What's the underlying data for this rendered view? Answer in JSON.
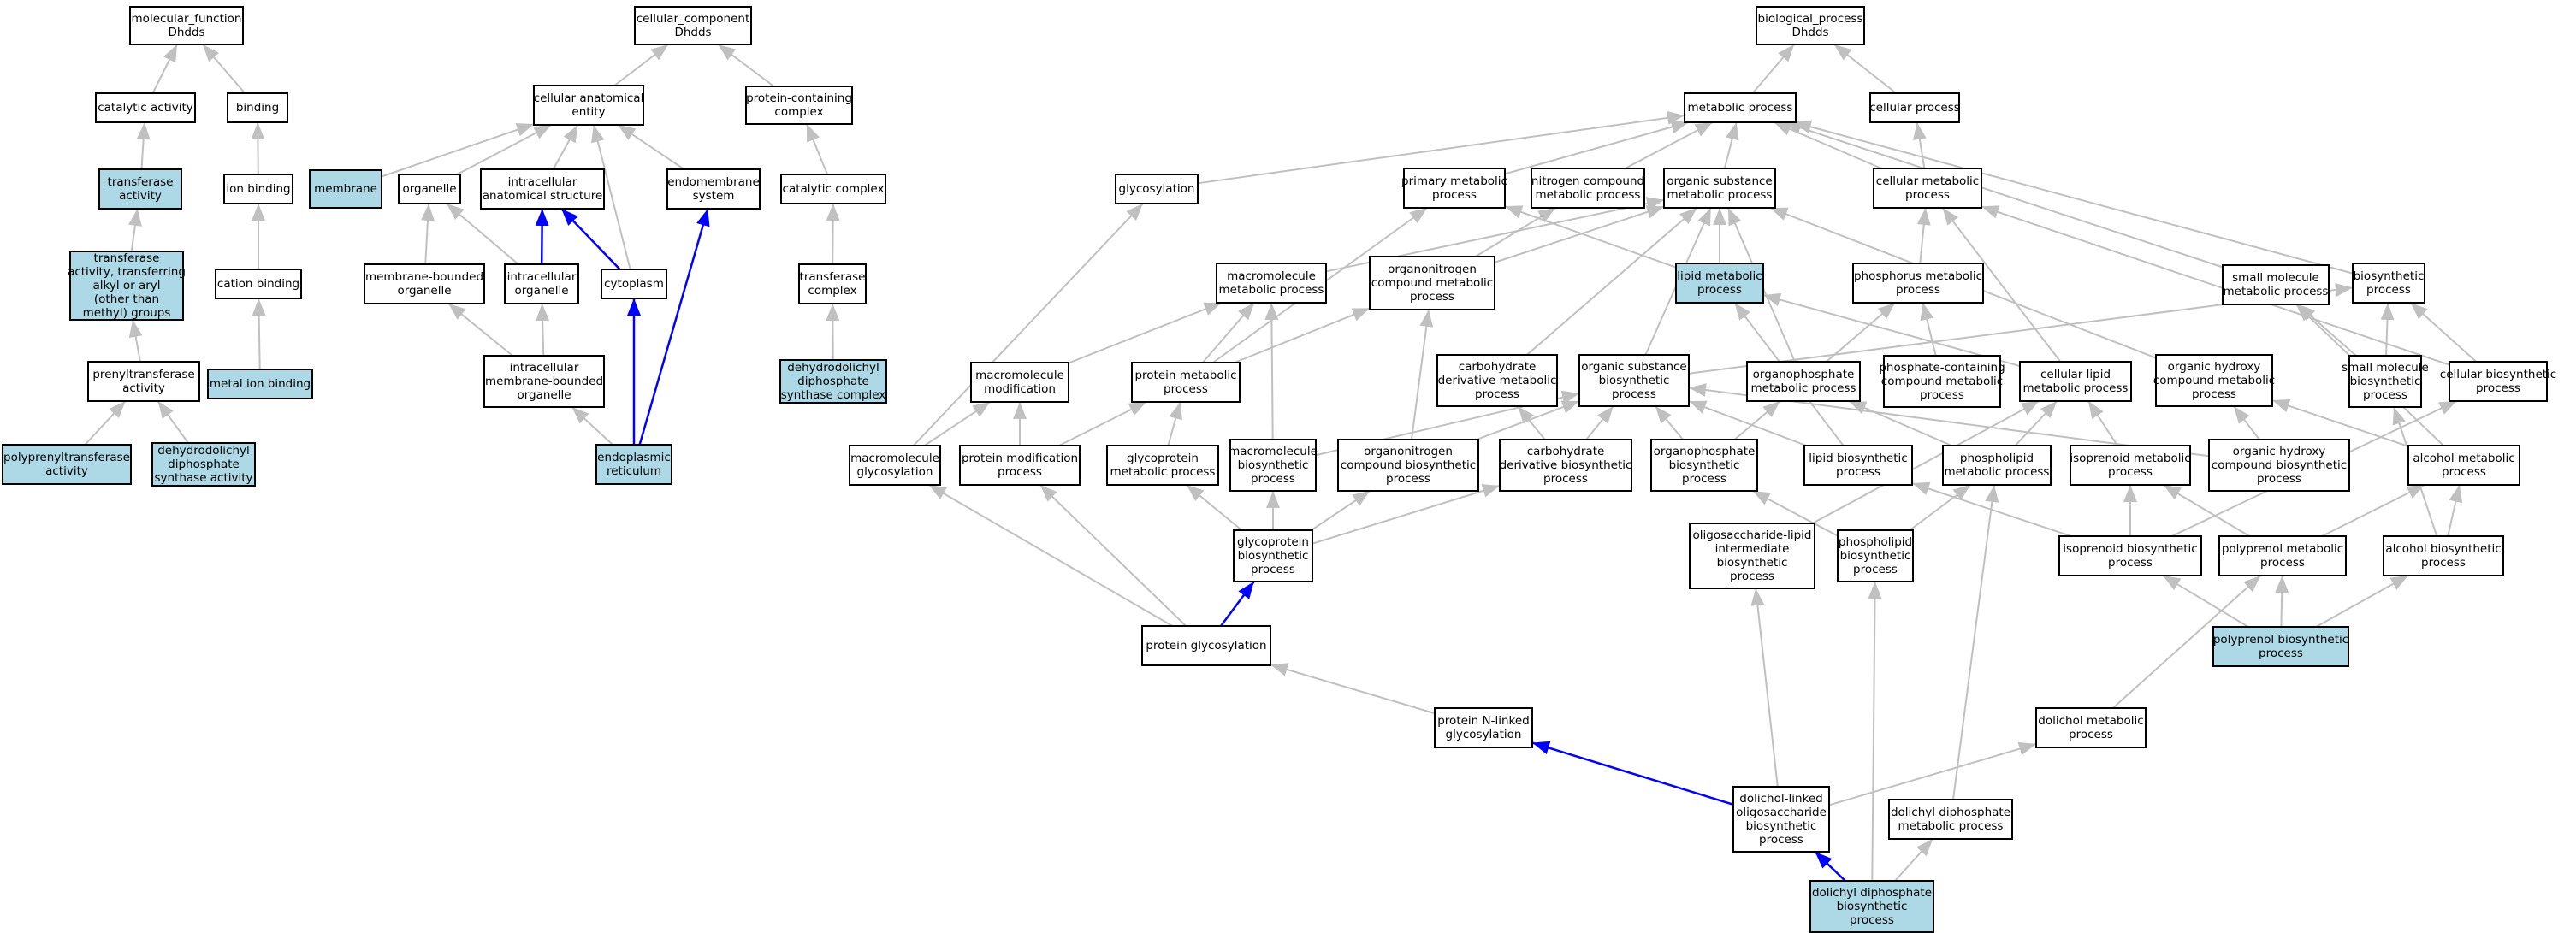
{
  "nodes": {
    "mf": [
      "molecular_function",
      "Dhdds"
    ],
    "ca": [
      "catalytic activity"
    ],
    "binding": [
      "binding"
    ],
    "ta": [
      "transferase",
      "activity"
    ],
    "ion": [
      "ion binding"
    ],
    "tat": [
      "transferase",
      "activity, transferring",
      "alkyl or aryl",
      "(other than",
      "methyl) groups"
    ],
    "cation": [
      "cation binding"
    ],
    "metal": [
      "metal ion binding"
    ],
    "prenyl": [
      "prenyltransferase",
      "activity"
    ],
    "polypt": [
      "polyprenyltransferase",
      "activity"
    ],
    "dddsa": [
      "dehydrodolichyl",
      "diphosphate",
      "synthase activity"
    ],
    "cc": [
      "cellular_component",
      "Dhdds"
    ],
    "cae": [
      "cellular anatomical",
      "entity"
    ],
    "pcc": [
      "protein-containing",
      "complex"
    ],
    "membrane": [
      "membrane"
    ],
    "organelle": [
      "organelle"
    ],
    "ias": [
      "intracellular",
      "anatomical structure"
    ],
    "endo": [
      "endomembrane",
      "system"
    ],
    "catcx": [
      "catalytic complex"
    ],
    "mbo": [
      "membrane-bounded",
      "organelle"
    ],
    "io": [
      "intracellular",
      "organelle"
    ],
    "cyto": [
      "cytoplasm"
    ],
    "tcx": [
      "transferase",
      "complex"
    ],
    "imbo": [
      "intracellular",
      "membrane-bounded",
      "organelle"
    ],
    "dddsc": [
      "dehydrodolichyl",
      "diphosphate",
      "synthase complex"
    ],
    "er": [
      "endoplasmic",
      "reticulum"
    ],
    "bp": [
      "biological_process",
      "Dhdds"
    ],
    "mp": [
      "metabolic process"
    ],
    "cp": [
      "cellular process"
    ],
    "glyc": [
      "glycosylation"
    ],
    "pmp": [
      "primary metabolic",
      "process"
    ],
    "ncmp": [
      "nitrogen compound",
      "metabolic process"
    ],
    "osmp": [
      "organic substance",
      "metabolic process"
    ],
    "cmp": [
      "cellular metabolic",
      "process"
    ],
    "mmp": [
      "macromolecule",
      "metabolic process"
    ],
    "oncmp": [
      "organonitrogen",
      "compound metabolic",
      "process"
    ],
    "lmp": [
      "lipid metabolic",
      "process"
    ],
    "phmp": [
      "phosphorus metabolic",
      "process"
    ],
    "smmp": [
      "small molecule",
      "metabolic process"
    ],
    "bsp": [
      "biosynthetic",
      "process"
    ],
    "mmod": [
      "macromolecule",
      "modification"
    ],
    "prmp": [
      "protein metabolic",
      "process"
    ],
    "cdmp": [
      "carbohydrate",
      "derivative metabolic",
      "process"
    ],
    "osbp": [
      "organic substance",
      "biosynthetic",
      "process"
    ],
    "opmp": [
      "organophosphate",
      "metabolic process"
    ],
    "pccmp": [
      "phosphate-containing",
      "compound metabolic",
      "process"
    ],
    "clmp": [
      "cellular lipid",
      "metabolic process"
    ],
    "ohcmp": [
      "organic hydroxy",
      "compound metabolic",
      "process"
    ],
    "smbp": [
      "small molecule",
      "biosynthetic",
      "process"
    ],
    "cbp": [
      "cellular biosynthetic",
      "process"
    ],
    "mglyc": [
      "macromolecule",
      "glycosylation"
    ],
    "pmod": [
      "protein modification",
      "process"
    ],
    "gpmp": [
      "glycoprotein",
      "metabolic process"
    ],
    "mbp": [
      "macromolecule",
      "biosynthetic",
      "process"
    ],
    "oncbp": [
      "organonitrogen",
      "compound biosynthetic",
      "process"
    ],
    "cdbp": [
      "carbohydrate",
      "derivative biosynthetic",
      "process"
    ],
    "opbp": [
      "organophosphate",
      "biosynthetic",
      "process"
    ],
    "lbp": [
      "lipid biosynthetic",
      "process"
    ],
    "plmp": [
      "phospholipid",
      "metabolic process"
    ],
    "isomp": [
      "isoprenoid metabolic",
      "process"
    ],
    "ohcbp": [
      "organic hydroxy",
      "compound biosynthetic",
      "process"
    ],
    "almp": [
      "alcohol metabolic",
      "process"
    ],
    "gpbp": [
      "glycoprotein",
      "biosynthetic",
      "process"
    ],
    "olibp": [
      "oligosaccharide-lipid",
      "intermediate",
      "biosynthetic",
      "process"
    ],
    "plbp": [
      "phospholipid",
      "biosynthetic",
      "process"
    ],
    "isobp": [
      "isoprenoid biosynthetic",
      "process"
    ],
    "ppmp": [
      "polyprenol metabolic",
      "process"
    ],
    "albp": [
      "alcohol biosynthetic",
      "process"
    ],
    "pglyc": [
      "protein glycosylation"
    ],
    "ppbp": [
      "polyprenol biosynthetic",
      "process"
    ],
    "pnglyc": [
      "protein N-linked",
      "glycosylation"
    ],
    "dolmp": [
      "dolichol metabolic",
      "process"
    ],
    "dlobp": [
      "dolichol-linked",
      "oligosaccharide",
      "biosynthetic",
      "process"
    ],
    "ddmp": [
      "dolichyl diphosphate",
      "metabolic process"
    ],
    "ddbp": [
      "dolichyl diphosphate",
      "biosynthetic",
      "process"
    ]
  },
  "colors": {
    "highlight_fill": "#add8e6",
    "normal_fill": "#ffffff",
    "border": "#000000",
    "gray_edge": "#c0c0c0",
    "blue_edge": "#0000ff"
  }
}
